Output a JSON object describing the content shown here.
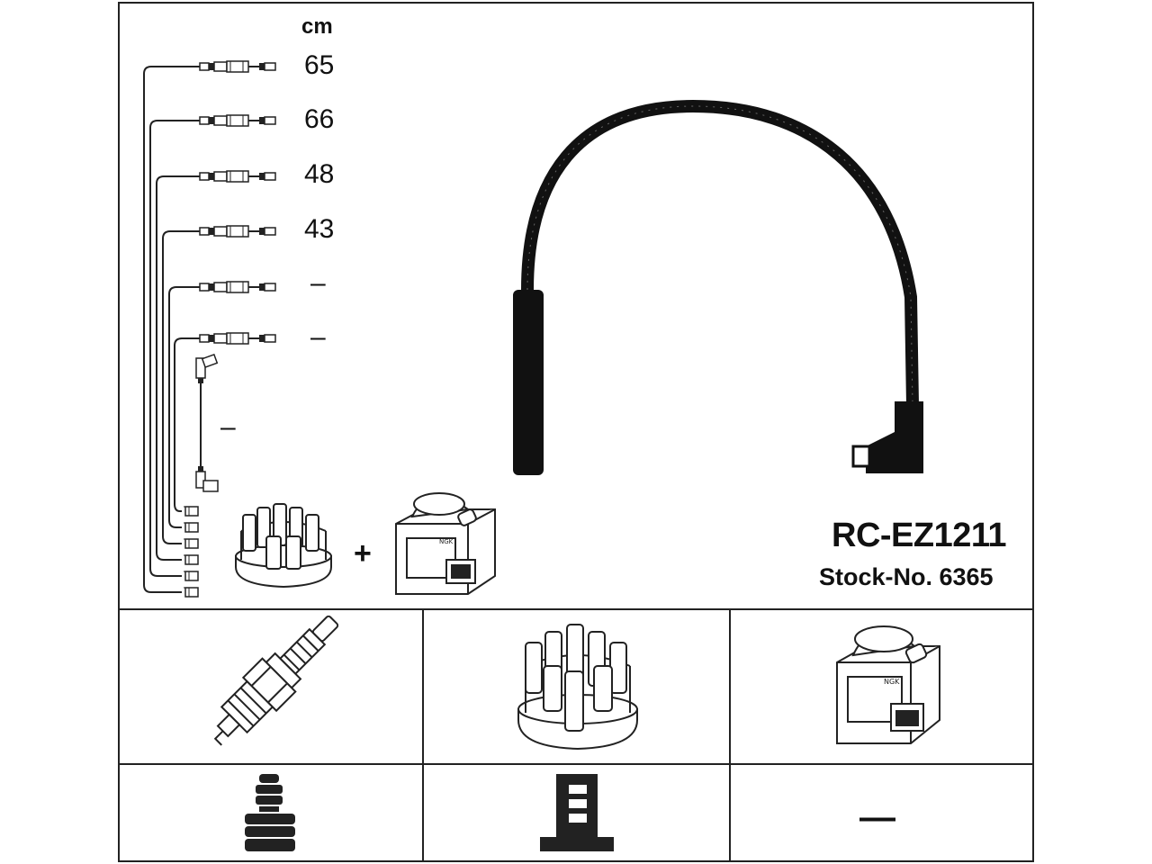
{
  "header": {
    "unit": "cm"
  },
  "leads": [
    {
      "length": "65"
    },
    {
      "length": "66"
    },
    {
      "length": "48"
    },
    {
      "length": "43"
    },
    {
      "length": "–"
    },
    {
      "length": "–"
    },
    {
      "length": "–"
    }
  ],
  "product": {
    "part_number": "RC-EZ1211",
    "stock_number": "Stock-No. 6365"
  },
  "kit": {
    "plus": "+"
  },
  "compatibility": {
    "ignition_coil_connector": "—"
  },
  "icons": [
    "spark-plug-icon",
    "distributor-cap-icon",
    "ignition-coil-icon",
    "plug-terminal-icon",
    "cap-terminal-icon"
  ],
  "colors": {
    "line": "#222222",
    "cable": "#111111",
    "background": "#ffffff"
  }
}
